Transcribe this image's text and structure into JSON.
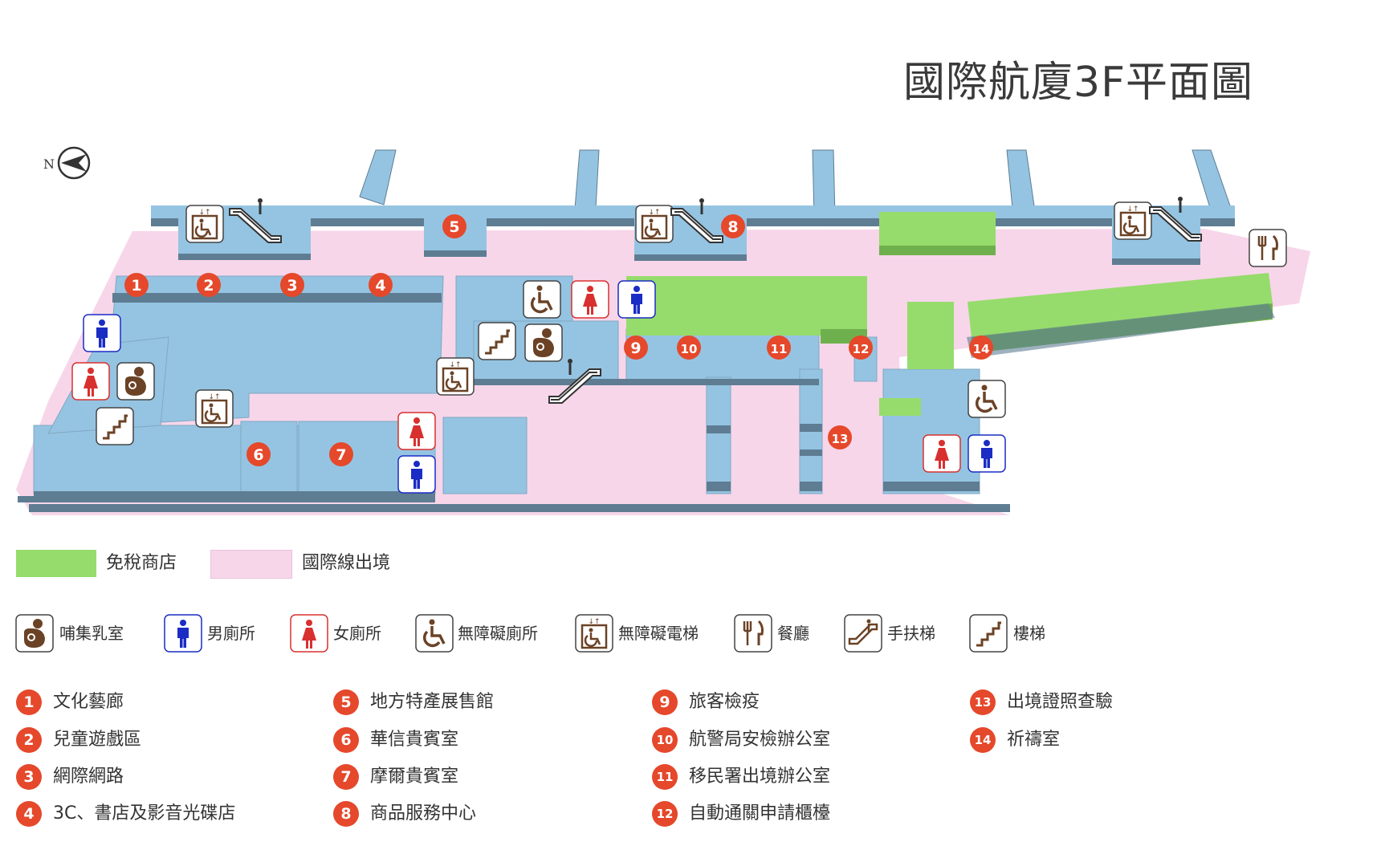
{
  "title": "國際航廈3F平面圖",
  "compass_label": "N",
  "colors": {
    "duty_free": "#96dc6c",
    "departure": "#f7d6ea",
    "block": "#95c4e2",
    "block_side": "#5e7d92",
    "marker": "#e5482b",
    "male": "#1a2cc4",
    "female": "#d8302e",
    "brown": "#6b4226"
  },
  "area_legend": [
    {
      "label": "免稅商店",
      "color": "#96dc6c"
    },
    {
      "label": "國際線出境",
      "color": "#f7d6ea"
    }
  ],
  "icon_legend": [
    {
      "icon": "nursing-room-icon",
      "label": "哺集乳室"
    },
    {
      "icon": "male-restroom-icon",
      "label": "男廁所"
    },
    {
      "icon": "female-restroom-icon",
      "label": "女廁所"
    },
    {
      "icon": "accessible-restroom-icon",
      "label": "無障礙廁所"
    },
    {
      "icon": "accessible-elevator-icon",
      "label": "無障礙電梯"
    },
    {
      "icon": "restaurant-icon",
      "label": "餐廳"
    },
    {
      "icon": "escalator-icon",
      "label": "手扶梯"
    },
    {
      "icon": "stairs-icon",
      "label": "樓梯"
    }
  ],
  "numbered_legend": [
    {
      "num": "1",
      "label": "文化藝廊"
    },
    {
      "num": "2",
      "label": "兒童遊戲區"
    },
    {
      "num": "3",
      "label": "網際網路"
    },
    {
      "num": "4",
      "label": "3C、書店及影音光碟店"
    },
    {
      "num": "5",
      "label": "地方特產展售館"
    },
    {
      "num": "6",
      "label": "華信貴賓室"
    },
    {
      "num": "7",
      "label": "摩爾貴賓室"
    },
    {
      "num": "8",
      "label": "商品服務中心"
    },
    {
      "num": "9",
      "label": "旅客檢疫"
    },
    {
      "num": "10",
      "label": "航警局安檢辦公室"
    },
    {
      "num": "11",
      "label": "移民署出境辦公室"
    },
    {
      "num": "12",
      "label": "自動通關申請櫃檯"
    },
    {
      "num": "13",
      "label": "出境證照查驗"
    },
    {
      "num": "14",
      "label": "祈禱室"
    }
  ]
}
